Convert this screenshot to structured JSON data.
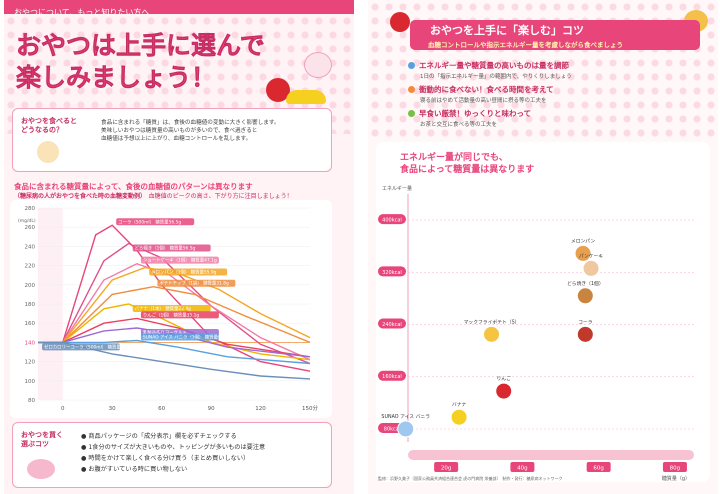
{
  "left": {
    "band": "おやつについて、もっと知りたい方へ",
    "title_line1": "おやつは上手に選んで",
    "title_line2": "楽しみましょう！",
    "q_label": "おやつを食べると どうなるの？",
    "q_text1": "食品に含まれる「糖質」は、食後の血糖値の変動に大きく影響します。",
    "q_text2": "美味しいおやつは糖質量の高いものが多いので、食べ過ぎると",
    "q_text3": "血糖値は予想以上に上がり、血糖コントロールを乱します。",
    "chart_title": "食品に含まれる糖質量によって、食後の血糖値のパターンは異なります",
    "chart_sub": "（糖尿病の人がおやつを食べた時の血糖変動例）",
    "chart_note": "血糖値のピークの高さ、下がり方に注目しましょう！",
    "tips_label": "おやつを買く 選ぶコツ",
    "tips": [
      "商品パッケージの「成分表示」欄を必ずチェックする",
      "1食分のサイズが大きいものや、トッピングが多いものは要注意",
      "時間をかけて楽しく食べる分け買う（まとめ買いしない）",
      "お腹がすいている時に買い物しない"
    ]
  },
  "chart_data": [
    {
      "type": "line",
      "title": "食品に含まれる糖質量によって、食後の血糖値のパターンは異なります",
      "xlabel": "",
      "ylabel": "",
      "x_ticks": [
        "0",
        "30",
        "60",
        "90",
        "120",
        "150分"
      ],
      "y_ticks": [
        "80",
        "100",
        "120",
        "140",
        "160",
        "180",
        "200",
        "220",
        "240",
        "260",
        "280"
      ],
      "y_unit": "(mg/dL)",
      "xlim": [
        -15,
        150
      ],
      "ylim": [
        80,
        280
      ],
      "series": [
        {
          "name": "コーラ（500ml） 糖質量56.5g",
          "color": "#e8457b",
          "points": [
            [
              -15,
              140
            ],
            [
              0,
              140
            ],
            [
              20,
              252
            ],
            [
              30,
              262
            ],
            [
              45,
              236
            ],
            [
              60,
              200
            ],
            [
              90,
              145
            ],
            [
              120,
              120
            ],
            [
              150,
              110
            ]
          ]
        },
        {
          "name": "どら焼き（1個） 糖質量56.5g",
          "color": "#e0508a",
          "points": [
            [
              -15,
              140
            ],
            [
              0,
              140
            ],
            [
              25,
              225
            ],
            [
              40,
              243
            ],
            [
              60,
              228
            ],
            [
              90,
              178
            ],
            [
              120,
              138
            ],
            [
              150,
              118
            ]
          ]
        },
        {
          "name": "ショートケーキ（1個） 糖質量47.1g",
          "color": "#f27ca6",
          "points": [
            [
              -15,
              140
            ],
            [
              0,
              140
            ],
            [
              25,
              205
            ],
            [
              45,
              222
            ],
            [
              65,
              210
            ],
            [
              90,
              178
            ],
            [
              120,
              145
            ],
            [
              150,
              122
            ]
          ]
        },
        {
          "name": "メロンパン（1個） 糖質量55.9g",
          "color": "#f5a623",
          "points": [
            [
              -15,
              140
            ],
            [
              0,
              140
            ],
            [
              30,
              205
            ],
            [
              50,
              218
            ],
            [
              70,
              212
            ],
            [
              95,
              195
            ],
            [
              120,
              170
            ],
            [
              150,
              145
            ]
          ]
        },
        {
          "name": "ポテトチップ（1袋） 糖質量31.8g",
          "color": "#f08c3c",
          "points": [
            [
              -15,
              140
            ],
            [
              0,
              140
            ],
            [
              30,
              190
            ],
            [
              55,
              198
            ],
            [
              80,
              190
            ],
            [
              110,
              168
            ],
            [
              150,
              140
            ]
          ]
        },
        {
          "name": "バナナ（1本） 糖質量23.4g",
          "color": "#f0b400",
          "points": [
            [
              -15,
              140
            ],
            [
              0,
              140
            ],
            [
              25,
              175
            ],
            [
              40,
              180
            ],
            [
              60,
              165
            ],
            [
              90,
              140
            ],
            [
              120,
              128
            ],
            [
              150,
              122
            ]
          ]
        },
        {
          "name": "りんご（1個） 糖質量35.1g",
          "color": "#e84060",
          "points": [
            [
              -15,
              140
            ],
            [
              0,
              140
            ],
            [
              25,
              160
            ],
            [
              45,
              165
            ],
            [
              70,
              155
            ],
            [
              100,
              138
            ],
            [
              150,
              125
            ]
          ]
        },
        {
          "name": "乳製品作りヨーグルト",
          "color": "#9c6bd6",
          "points": [
            [
              -15,
              140
            ],
            [
              0,
              140
            ],
            [
              25,
              152
            ],
            [
              45,
              155
            ],
            [
              70,
              148
            ],
            [
              100,
              135
            ],
            [
              150,
              125
            ]
          ]
        },
        {
          "name": "SUNAO アイス バニラ（1個） 糖質量9.4g",
          "color": "#5aa0e0",
          "points": [
            [
              -15,
              140
            ],
            [
              0,
              140
            ],
            [
              25,
              140
            ],
            [
              45,
              142
            ],
            [
              70,
              135
            ],
            [
              100,
              125
            ],
            [
              150,
              118
            ]
          ]
        },
        {
          "name": "ゼロカロリーコーラ（500ml） 糖質量0g",
          "color": "#6a8fb8",
          "points": [
            [
              -15,
              140
            ],
            [
              0,
              140
            ],
            [
              30,
              128
            ],
            [
              60,
              120
            ],
            [
              90,
              112
            ],
            [
              120,
              105
            ],
            [
              150,
              102
            ]
          ]
        }
      ]
    },
    {
      "type": "scatter",
      "title": "エネルギー量が同じでも、食品によって糖質量は異なります",
      "xlabel": "糖質量（g）",
      "ylabel": "エネルギー量",
      "x_ticks": [
        "20g",
        "40g",
        "60g",
        "80g"
      ],
      "y_ticks": [
        "80kcal",
        "160kcal",
        "240kcal",
        "320kcal",
        "400kcal"
      ],
      "xlim": [
        10,
        85
      ],
      "ylim": [
        60,
        440
      ],
      "points": [
        {
          "name": "マックフライポテト（S）",
          "x": 31.9,
          "y": 225
        },
        {
          "name": "メロンパン",
          "x": 55.9,
          "y": 349
        },
        {
          "name": "どら焼き（1個）",
          "x": 56.5,
          "y": 284
        },
        {
          "name": "パンケーキ",
          "x": 58,
          "y": 326
        },
        {
          "name": "コーラ",
          "x": 56.5,
          "y": 225
        },
        {
          "name": "りんご",
          "x": 35.1,
          "y": 138
        },
        {
          "name": "バナナ",
          "x": 23.4,
          "y": 98
        },
        {
          "name": "SUNAO アイス バニラ",
          "x": 9.4,
          "y": 80
        }
      ]
    }
  ],
  "right": {
    "header": "おやつを上手に「楽しむ」コツ",
    "header_sub": "血糖コントロールや指示エネルギー量を考慮しながら食べましょう",
    "tips": [
      {
        "t": "エネルギー量や糖質量の高いものは量を調節",
        "d": "1日の「指示エネルギー量」の範囲内で、やりくりしましょう"
      },
      {
        "t": "衝動的に食べない！食べる時間を考えて",
        "d": "寝る前はやめて活動量の高い昼間に摂る等の工夫を"
      },
      {
        "t": "早食い厳禁！ゆっくりと味わって",
        "d": "お茶と交互に食べる等の工夫を"
      }
    ],
    "chart_title1": "エネルギー量が同じでも、",
    "chart_title2": "食品によって糖質量は異なります",
    "axis_y": "エネルギー量",
    "axis_x": "糖質量（g）",
    "footer": "監修：浜野久美子（国家公務員共済組合連合会 虎の門病院 栄養部）　制作・発行：糖尿病ネットワーク"
  }
}
